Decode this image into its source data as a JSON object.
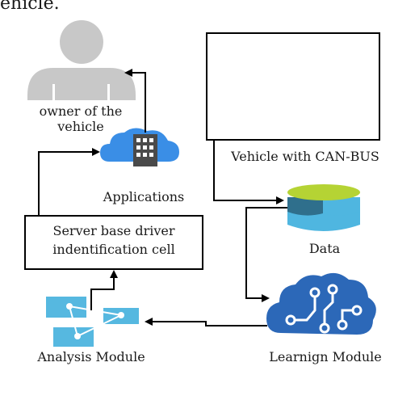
{
  "header_fragment": "ehicle.",
  "nodes": {
    "owner": {
      "label_line1": "owner of the",
      "label_line2": "vehicle"
    },
    "applications": {
      "label": "Applications"
    },
    "server": {
      "label_line1": "Server base driver",
      "label_line2": "indentification cell"
    },
    "vehicle": {
      "label": "Vehicle with CAN-BUS"
    },
    "data": {
      "label": "Data"
    },
    "learning": {
      "label": "Learnign Module"
    },
    "analysis": {
      "label": "Analysis Module"
    }
  },
  "colors": {
    "person": "#c8c8c8",
    "cloud": "#3a8ee6",
    "db_top": "#b5d334",
    "db_mid": "#2f6f8c",
    "db_bottom": "#4fb6e0",
    "brain": "#2c68b8",
    "analysis": "#56b8e0",
    "arrow": "#000000"
  }
}
